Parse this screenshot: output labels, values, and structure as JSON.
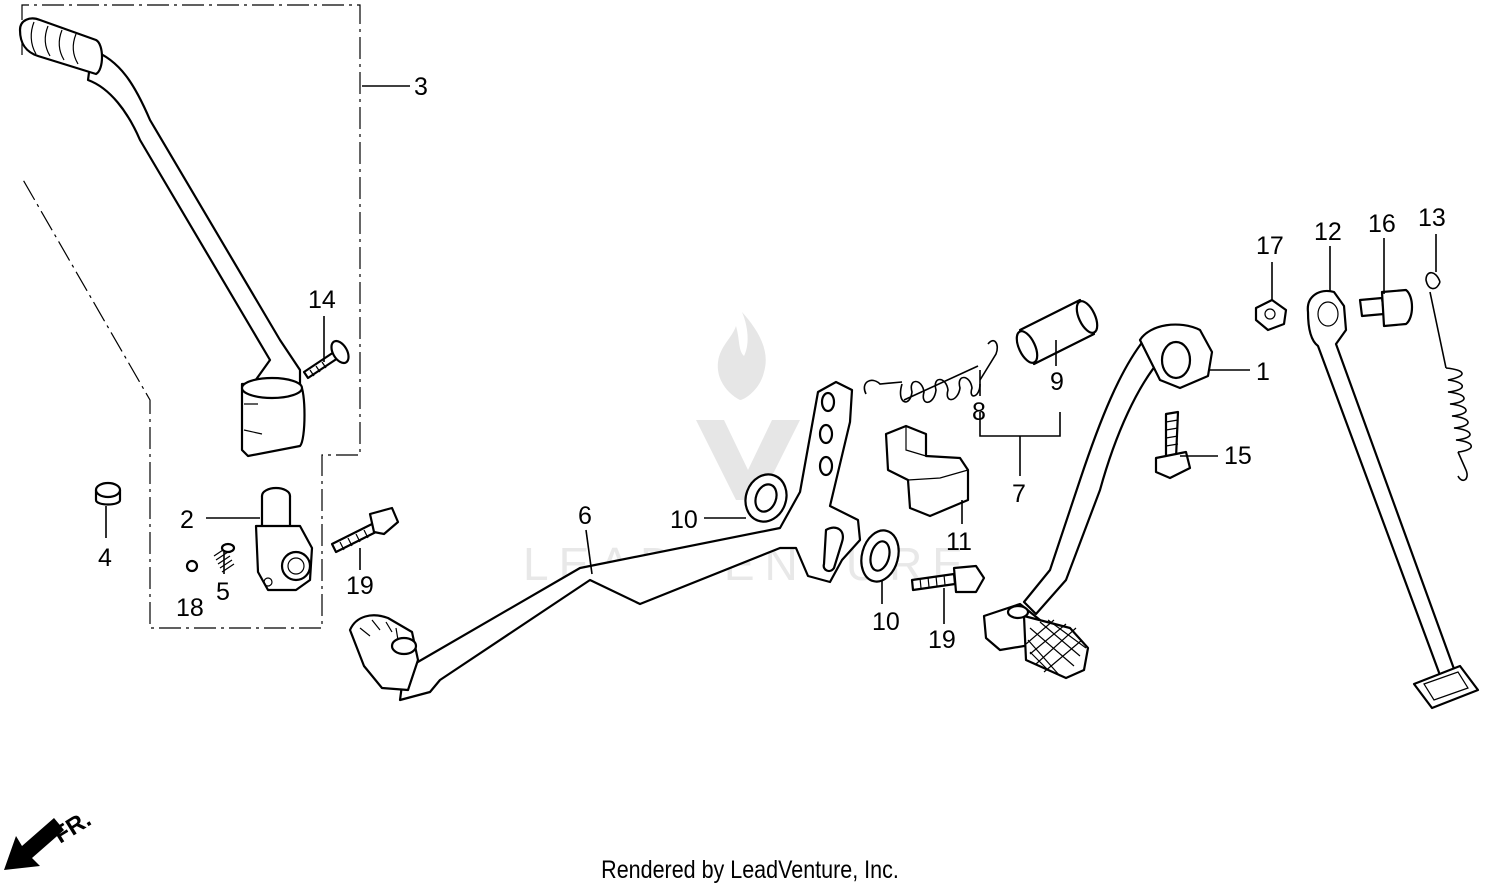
{
  "diagram": {
    "callouts": {
      "c1": "1",
      "c2": "2",
      "c3": "3",
      "c4": "4",
      "c5": "5",
      "c6": "6",
      "c7": "7",
      "c8": "8",
      "c9": "9",
      "c10a": "10",
      "c10b": "10",
      "c11": "11",
      "c12": "12",
      "c13": "13",
      "c14": "14",
      "c15": "15",
      "c16": "16",
      "c17": "17",
      "c18": "18",
      "c19a": "19",
      "c19b": "19"
    },
    "direction_marker": "FR.",
    "watermark_text": "LEADVENTURE",
    "footer_text": "Rendered by LeadVenture, Inc."
  }
}
